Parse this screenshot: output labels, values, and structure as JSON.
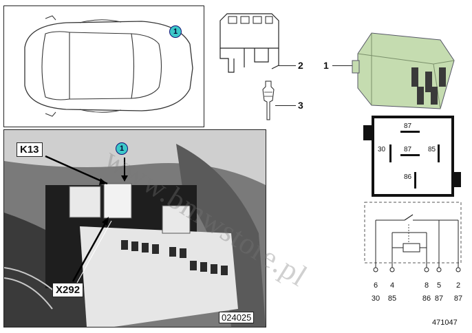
{
  "car_panel": {
    "callout": "1"
  },
  "photo_panel": {
    "callout": "1",
    "label_relay": "K13",
    "label_socket": "X292",
    "image_code": "024025"
  },
  "parts": {
    "socket_number": "2",
    "terminal_number": "3",
    "relay_number": "1"
  },
  "pinout_box": {
    "pins": [
      "87",
      "30",
      "87",
      "85",
      "86"
    ]
  },
  "schematic": {
    "pin_positions": [
      "6",
      "4",
      "8",
      "5",
      "2"
    ],
    "terminals": [
      "30",
      "85",
      "86",
      "87",
      "87"
    ]
  },
  "watermark": "www.bmwstore.pl",
  "figure_number": "471047",
  "colors": {
    "relay_green": "#c5dcb0",
    "callout_cyan": "#3cc8c8"
  }
}
